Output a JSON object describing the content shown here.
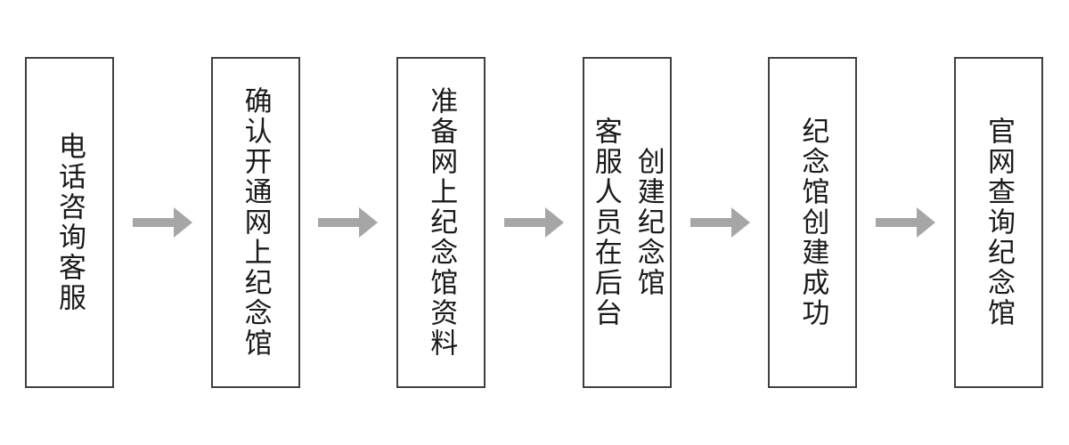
{
  "flow": {
    "type": "flowchart",
    "direction": "left-to-right",
    "steps": [
      {
        "id": 1,
        "lines": [
          "电话咨询客服"
        ]
      },
      {
        "id": 2,
        "lines": [
          "确认开通网上纪念馆"
        ]
      },
      {
        "id": 3,
        "lines": [
          "准备网上纪念馆资料"
        ]
      },
      {
        "id": 4,
        "lines": [
          "客服人员在后台",
          "创建纪念馆"
        ]
      },
      {
        "id": 5,
        "lines": [
          "纪念馆创建成功"
        ]
      },
      {
        "id": 6,
        "lines": [
          "官网查询纪念馆"
        ]
      }
    ],
    "connector": "arrow-right"
  },
  "theme": {
    "background": "#ffffff",
    "box_border_color": "#404040",
    "text_color": "#1a1a1a",
    "arrow_color": "#a6a6a6"
  }
}
